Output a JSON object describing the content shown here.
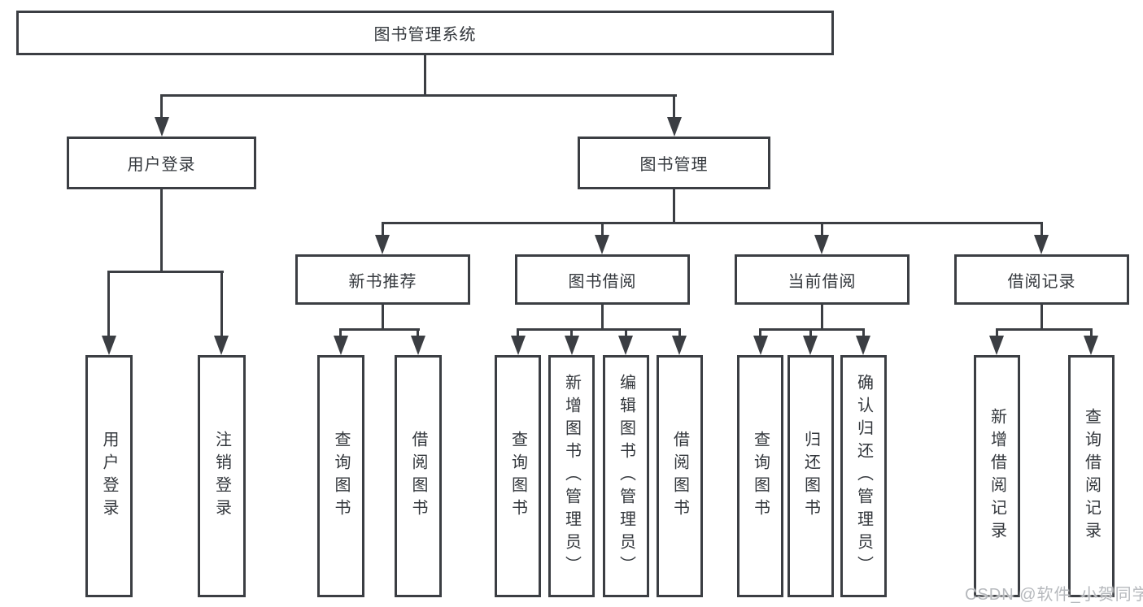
{
  "diagram": {
    "type": "hierarchy-flowchart",
    "tree": {
      "label": "图书管理系统",
      "children": [
        {
          "label": "用户登录",
          "children": [
            {
              "label": "用户登录"
            },
            {
              "label": "注销登录"
            }
          ]
        },
        {
          "label": "图书管理",
          "children": [
            {
              "label": "新书推荐",
              "children": [
                {
                  "label": "查询图书"
                },
                {
                  "label": "借阅图书"
                }
              ]
            },
            {
              "label": "图书借阅",
              "children": [
                {
                  "label": "查询图书"
                },
                {
                  "label": "新增图书（管理员）"
                },
                {
                  "label": "编辑图书（管理员）"
                },
                {
                  "label": "借阅图书"
                }
              ]
            },
            {
              "label": "当前借阅",
              "children": [
                {
                  "label": "查询图书"
                },
                {
                  "label": "归还图书"
                },
                {
                  "label": "确认归还（管理员）"
                }
              ]
            },
            {
              "label": "借阅记录",
              "children": [
                {
                  "label": "新增借阅记录"
                },
                {
                  "label": "查询借阅记录"
                }
              ]
            }
          ]
        }
      ]
    },
    "watermark": "CSDN @软件_小贺同学",
    "colors": {
      "line": "#3b3e43",
      "text": "#33373c",
      "watermark": "#b6b9bd",
      "box_fill": "#ffffff",
      "background": "#ffffff"
    }
  }
}
